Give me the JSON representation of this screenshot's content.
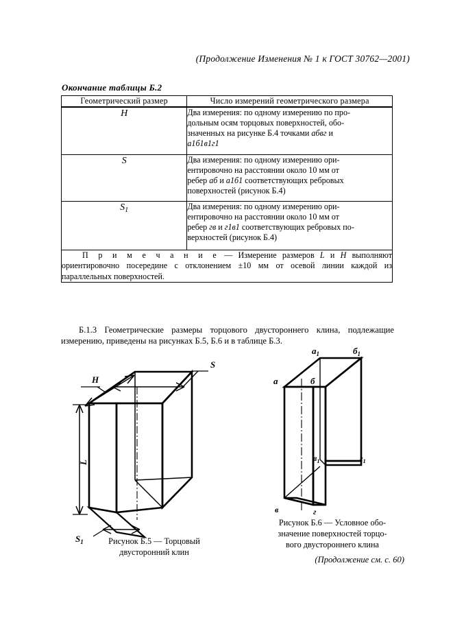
{
  "page": {
    "header_note": "(Продолжение Изменения № 1 к ГОСТ 30762—2001)",
    "footer_note": "(Продолжение см. с. 60)",
    "table_caption": "Окончание таблицы Б.2"
  },
  "table": {
    "headers": {
      "left": "Геометрический размер",
      "right": "Число измерений геометрического размера"
    },
    "rows": [
      {
        "symbol": "H",
        "symbol_sub": "",
        "description_line1": "Два измерения: по одному измерению по про-",
        "description_line2": "дольным осям торцовых поверхностей, обо-",
        "description_line3_pre": "значенных на рисунке Б.4 точками ",
        "description_line3_italic": "абвг",
        "description_line3_post": " и",
        "description_line4_italic": "а1б1в1г1"
      },
      {
        "symbol": "S",
        "symbol_sub": "",
        "description_line1": "Два измерения: по одному измерению ори-",
        "description_line2": "ентировочно на расстоянии около 10 мм от",
        "description_line3_pre": "ребер ",
        "description_line3_italic": "аб",
        "description_line3_mid": " и ",
        "description_line3_italic2": "а1б1",
        "description_line3_post": " соответствующих ребровых",
        "description_line4": "поверхностей (рисунок Б.4)"
      },
      {
        "symbol": "S",
        "symbol_sub": "1",
        "description_line1": "Два измерения: по одному измерению ори-",
        "description_line2": "ентировочно на расстоянии около 10 мм от",
        "description_line3_pre": "ребер ",
        "description_line3_italic": "гв",
        "description_line3_mid": " и ",
        "description_line3_italic2": "г1в1",
        "description_line3_post": " соответствующих ребровых по-",
        "description_line4": "верхностей (рисунок Б.4)"
      }
    ],
    "note": {
      "label": "П р и м е ч а н и е",
      "dash": " — ",
      "text_pre": "Измерение размеров ",
      "sym1": "L",
      "text_mid": " и ",
      "sym2": "H",
      "text_post": " выполняют ориентировочно посередине с отклонением ±10 мм от осевой линии каждой из параллельных поверхностей."
    }
  },
  "body_paragraph": {
    "text": "Б.1.3 Геометрические размеры торцового двустороннего клина, подлежащие измерению, приведены на рисунках Б.5, Б.6 и в таблице Б.3."
  },
  "figures": {
    "left": {
      "caption_line1": "Рисунок Б.5 — Торцовый",
      "caption_line2": "двусторонний клин",
      "dimension_labels": [
        {
          "name": "S",
          "sub": ""
        },
        {
          "name": "H",
          "sub": ""
        },
        {
          "name": "L",
          "sub": ""
        },
        {
          "name": "S",
          "sub": "1"
        }
      ]
    },
    "right": {
      "caption_line1": "Рисунок Б.6 — Условное обо-",
      "caption_line2": "значение поверхностей торцо-",
      "caption_line3": "вого двустороннего клина",
      "vertex_labels": [
        {
          "name": "а",
          "sub": "1"
        },
        {
          "name": "б",
          "sub": "1"
        },
        {
          "name": "а",
          "sub": ""
        },
        {
          "name": "б",
          "sub": ""
        },
        {
          "name": "в",
          "sub": "1"
        },
        {
          "name": "г",
          "sub": "1"
        },
        {
          "name": "в",
          "sub": ""
        },
        {
          "name": "г",
          "sub": ""
        }
      ]
    }
  },
  "colors": {
    "ink": "#000000",
    "paper": "#ffffff"
  }
}
